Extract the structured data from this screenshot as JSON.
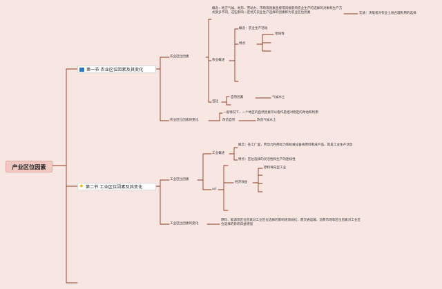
{
  "root": {
    "label": "产业区位因素"
  },
  "section1": {
    "label": "第一节 农业区位因素及其变化",
    "icon": "flag-icon",
    "factors": {
      "label": "农业区位因素",
      "concept_label": "概念：地方气候、地形、劳动力、市场等因素直接或间接影响农业生产的选择的对象和生产方式受多不同，这些影响一定地方农业生产选择的因素称为农业区位因素",
      "essence": "实质：决策者对农业土地合理利用的选择",
      "overview": {
        "label": "农业概述",
        "concept": "概念：农业生产活动",
        "features": "特点",
        "regional": "地域性"
      },
      "examples": {
        "label": "包括",
        "natural": "自然因素",
        "climate": "气候水土"
      }
    },
    "change": {
      "label": "农业区位因素的变化",
      "general": "一般情况下，一个地区的自然因素可以看作是相对稳定的改进和利用",
      "improve_nature": "改造自然",
      "improve_climate": "改造气候水土"
    }
  },
  "section2": {
    "label": "第二节 工业区位因素及其变化",
    "icon": "star-icon",
    "factors": {
      "label": "工业区位因素",
      "overview": {
        "label": "工业概述",
        "concept": "概念：在工厂里，劳动力利用动力和机械设备将原料制成产品，就是工业生产活动",
        "features": "特点：区位选择的灵活性和生产的连续性"
      },
      "sub_label": "ad",
      "economic": {
        "label": "经济效益",
        "raw_material": "原料导向型工业"
      }
    },
    "change": {
      "label": "工业区位因素的变化",
      "text": "原料、能源等区位因素对工业区位选择的影响逐渐弱化，而交通运输、消费市场等区位因素对工业区位选择的影响日益增强"
    }
  },
  "colors": {
    "background": "#f8e6e3",
    "line": "#8b3a1e",
    "root_fill": "#f1c9c2"
  }
}
